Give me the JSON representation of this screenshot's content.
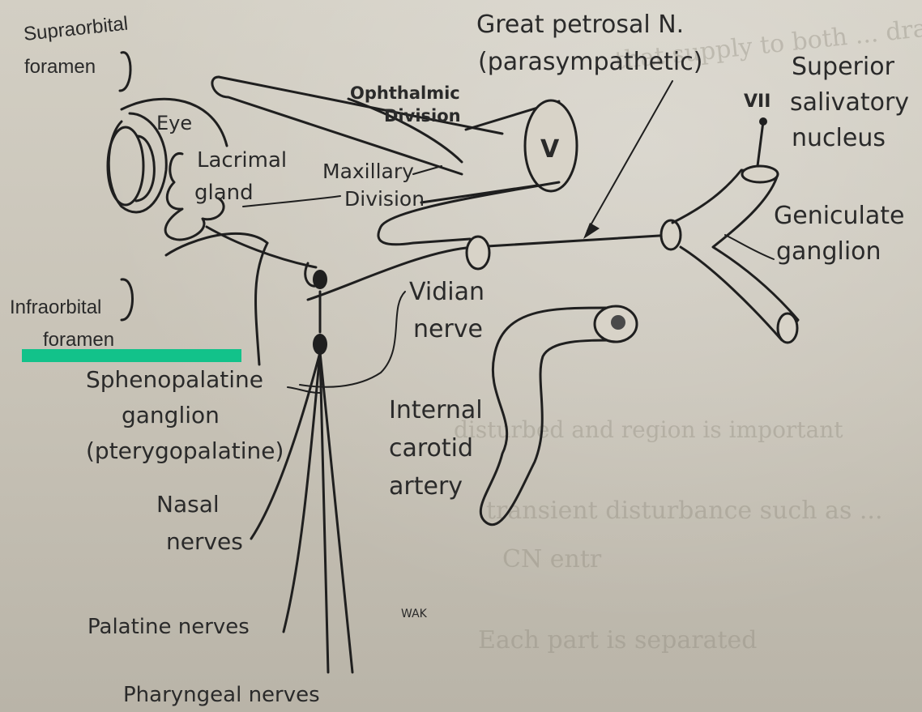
{
  "labels": {
    "supraorbital": "Supraorbital",
    "supraorbital_2": "foramen",
    "great_petrosal": "Great petrosal N.",
    "great_petrosal_2": "(parasympathetic)",
    "superior": "Superior",
    "salivatory": "salivatory",
    "nucleus": "nucleus",
    "vii": "VII",
    "eye": "Eye",
    "ophthalmic": "Ophthalmic",
    "ophthalmic_2": "Division",
    "v": "V",
    "lacrimal": "Lacrimal",
    "lacrimal_2": "gland",
    "maxillary": "Maxillary",
    "maxillary_2": "Division",
    "geniculate": "Geniculate",
    "geniculate_2": "ganglion",
    "infraorbital": "Infraorbital",
    "infraorbital_2": "foramen",
    "vidian": "Vidian",
    "vidian_2": "nerve",
    "sphenopalatine": "Sphenopalatine",
    "sphenopalatine_2": "ganglion",
    "sphenopalatine_3": "(pterygopalatine)",
    "internal": "Internal",
    "carotid": "carotid",
    "artery": "artery",
    "nasal": "Nasal",
    "nasal_2": "nerves",
    "palatine": "Palatine nerves",
    "pharyngeal": "Pharyngeal nerves",
    "signature": "WAK"
  },
  "colors": {
    "highlight": "#12c28a"
  }
}
